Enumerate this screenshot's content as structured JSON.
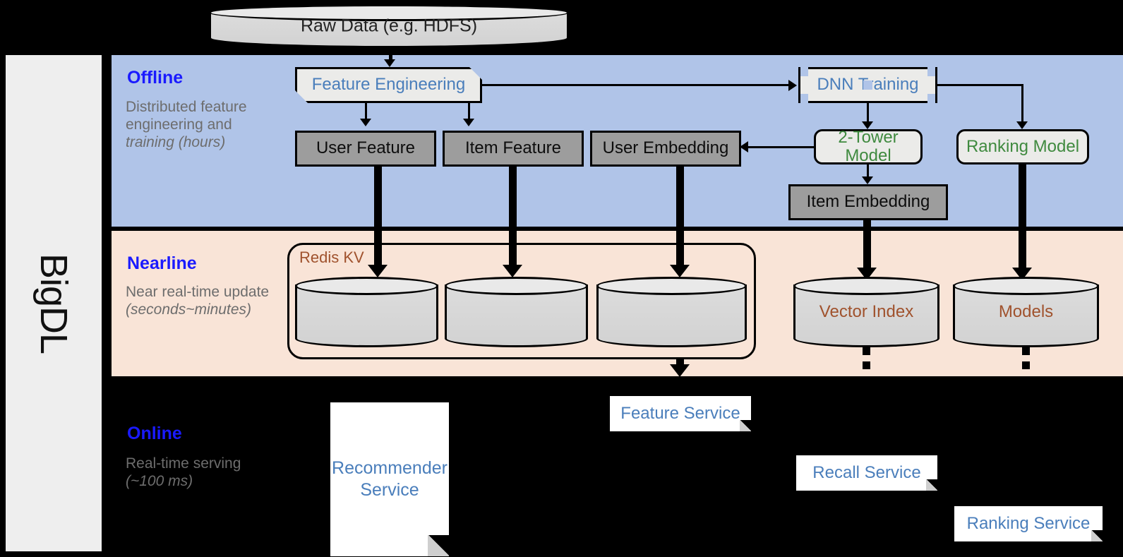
{
  "framework": {
    "name": "BigDL"
  },
  "source": {
    "label": "Raw Data (e.g. HDFS)",
    "icon": "database-cylinder-icon"
  },
  "bands": [
    {
      "id": "offline",
      "title": "Offline",
      "description": "Distributed feature engineering and training (hours)",
      "desc_plain": "Distributed feature engineering and ",
      "desc_italic": "training (hours)",
      "color": "#b0c4e8"
    },
    {
      "id": "nearline",
      "title": "Nearline",
      "description": "Near real-time update (seconds~minutes)",
      "desc_plain": "Near real-time update ",
      "desc_italic": "(seconds~minutes)",
      "color": "#f9e4d7"
    },
    {
      "id": "online",
      "title": "Online",
      "description": "Real-time serving (~100 ms)",
      "desc_plain": "Real-time serving ",
      "desc_italic": "(~100 ms)",
      "color": "#000000"
    }
  ],
  "offline": {
    "feature_engineering": "Feature Engineering",
    "dnn_training": "DNN Training",
    "user_feature": "User Feature",
    "item_feature": "Item Feature",
    "user_embedding": "User Embedding",
    "item_embedding": "Item Embedding",
    "two_tower_model": "2-Tower Model",
    "ranking_model": "Ranking Model"
  },
  "nearline": {
    "redis_kv": "Redis KV",
    "stores": [
      "",
      "",
      ""
    ],
    "vector_index": "Vector Index",
    "models": "Models"
  },
  "online": {
    "recommender_service": "Recommender Service",
    "feature_service": "Feature Service",
    "recall_service": "Recall Service",
    "ranking_service": "Ranking Service"
  },
  "colors": {
    "offline_band": "#b0c4e8",
    "nearline_band": "#f9e4d7",
    "online_band": "#000000",
    "band_title": "#1a1aff",
    "band_desc": "#6d6d6d",
    "blue_text": "#4a7ebb",
    "green_text": "#3f8a3f",
    "brown_text": "#a0522d",
    "grey_box": "#9d9d9d",
    "card_fill": "#ebebe9",
    "rail_fill": "#eeeeee"
  }
}
